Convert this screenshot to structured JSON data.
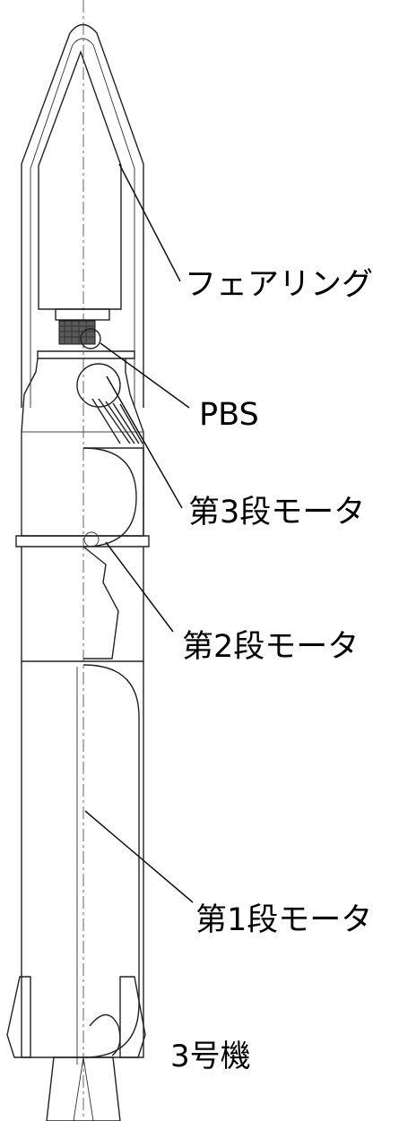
{
  "labels": {
    "fairing": "フェアリング",
    "pbs": "PBS",
    "third_stage": "第3段モータ",
    "second_stage": "第2段モータ",
    "first_stage": "第1段モータ",
    "unit_number": "3号機"
  }
}
